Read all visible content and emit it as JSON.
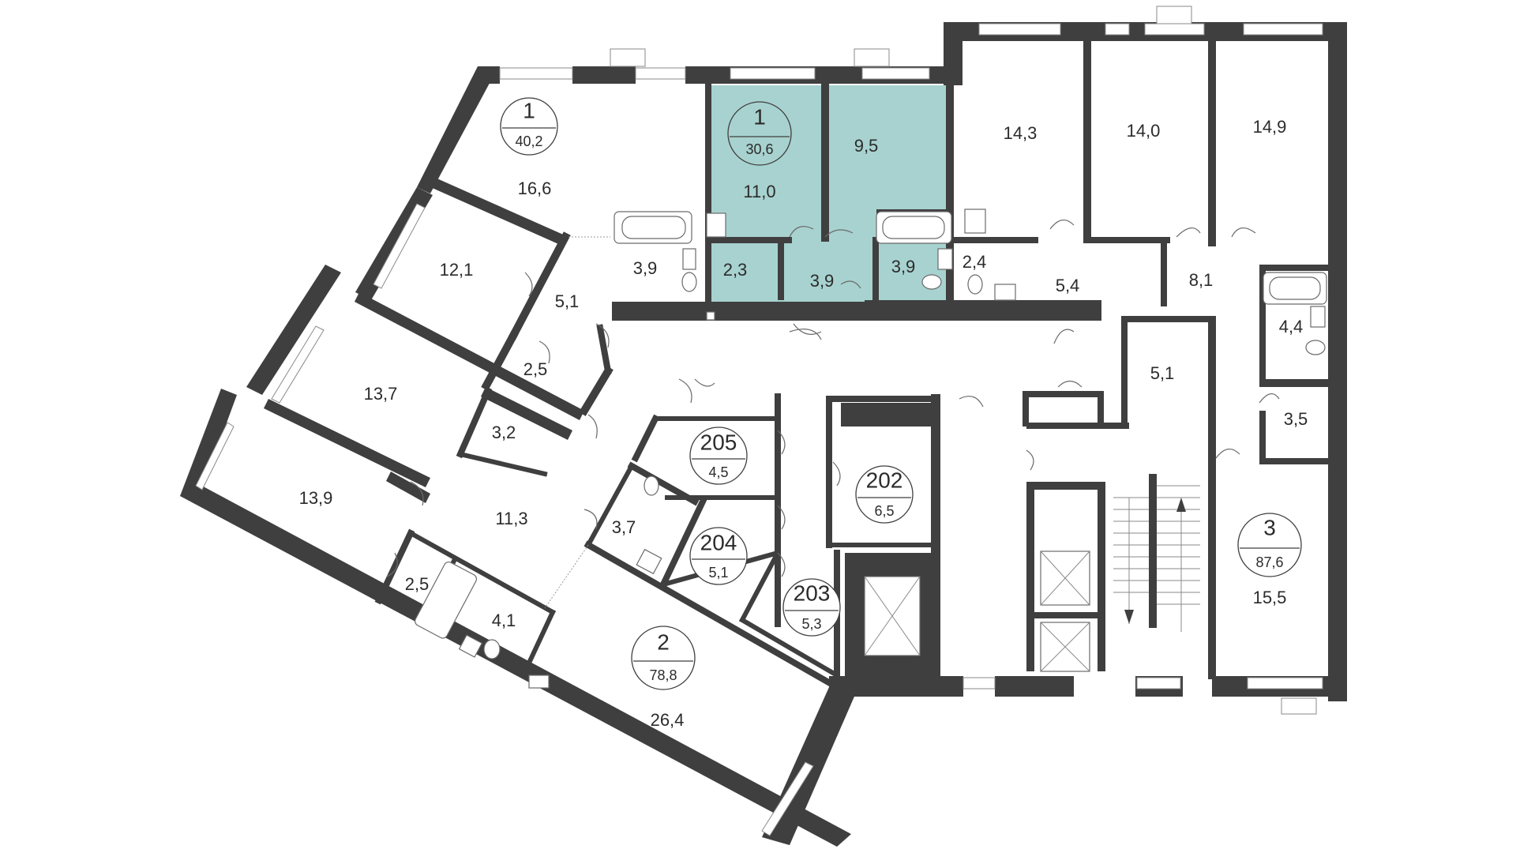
{
  "highlight_color": "#a7d2cf",
  "wall_color": "#3f3f3f",
  "apartments": [
    {
      "id": "apt-1-left",
      "number": "1",
      "area": "40,2"
    },
    {
      "id": "apt-1-selected",
      "number": "1",
      "area": "30,6"
    },
    {
      "id": "apt-2",
      "number": "2",
      "area": "78,8"
    },
    {
      "id": "apt-3",
      "number": "3",
      "area": "87,6"
    }
  ],
  "storage_units": [
    {
      "id": "unit-205",
      "number": "205",
      "area": "4,5"
    },
    {
      "id": "unit-202",
      "number": "202",
      "area": "6,5"
    },
    {
      "id": "unit-204",
      "number": "204",
      "area": "5,1"
    },
    {
      "id": "unit-203",
      "number": "203",
      "area": "5,3"
    }
  ],
  "rooms": [
    "16,6",
    "12,1",
    "5,1",
    "3,9",
    "2,5",
    "13,7",
    "3,2",
    "13,9",
    "11,3",
    "2,5",
    "4,1",
    "3,7",
    "26,4",
    "11,0",
    "9,5",
    "2,3",
    "3,9",
    "3,9",
    "14,3",
    "14,0",
    "14,9",
    "2,4",
    "5,4",
    "8,1",
    "4,4",
    "5,1",
    "3,5",
    "15,5"
  ],
  "icons": [
    "bathtub-icon",
    "sink-icon",
    "toilet-icon",
    "elevator-icon",
    "stairs-icon",
    "door-icon",
    "window-icon"
  ]
}
